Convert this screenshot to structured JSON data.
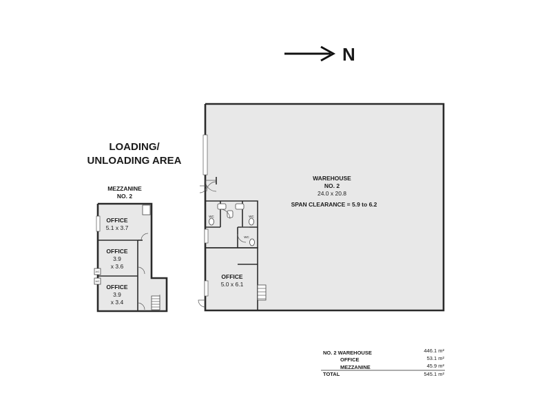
{
  "compass": {
    "label": "N"
  },
  "loading": {
    "line1": "LOADING/",
    "line2": "UNLOADING AREA"
  },
  "mezzanine": {
    "title1": "MEZZANINE",
    "title2": "NO. 2",
    "rooms": [
      {
        "name": "OFFICE",
        "dim1": "5.1 x 3.7",
        "dim2": ""
      },
      {
        "name": "OFFICE",
        "dim1": "3.9",
        "dim2": "x 3.6"
      },
      {
        "name": "OFFICE",
        "dim1": "3.9",
        "dim2": "x 3.4"
      }
    ],
    "ac_label": "A/C"
  },
  "warehouse": {
    "name": "WAREHOUSE",
    "number": "NO. 2",
    "dims": "24.0 x 20.8",
    "span": "SPAN CLEARANCE = 5.9 to 6.2"
  },
  "office": {
    "name": "OFFICE",
    "dims": "5.0 x 6.1"
  },
  "wc_label": "WC",
  "areas": {
    "rows": [
      {
        "label": "NO. 2 WAREHOUSE",
        "value": "446.1 m²"
      },
      {
        "label": "OFFICE",
        "value": "53.1 m²"
      },
      {
        "label": "MEZZANINE",
        "value": "45.9 m²"
      }
    ],
    "total": {
      "label": "TOTAL",
      "value": "545.1 m²"
    }
  }
}
